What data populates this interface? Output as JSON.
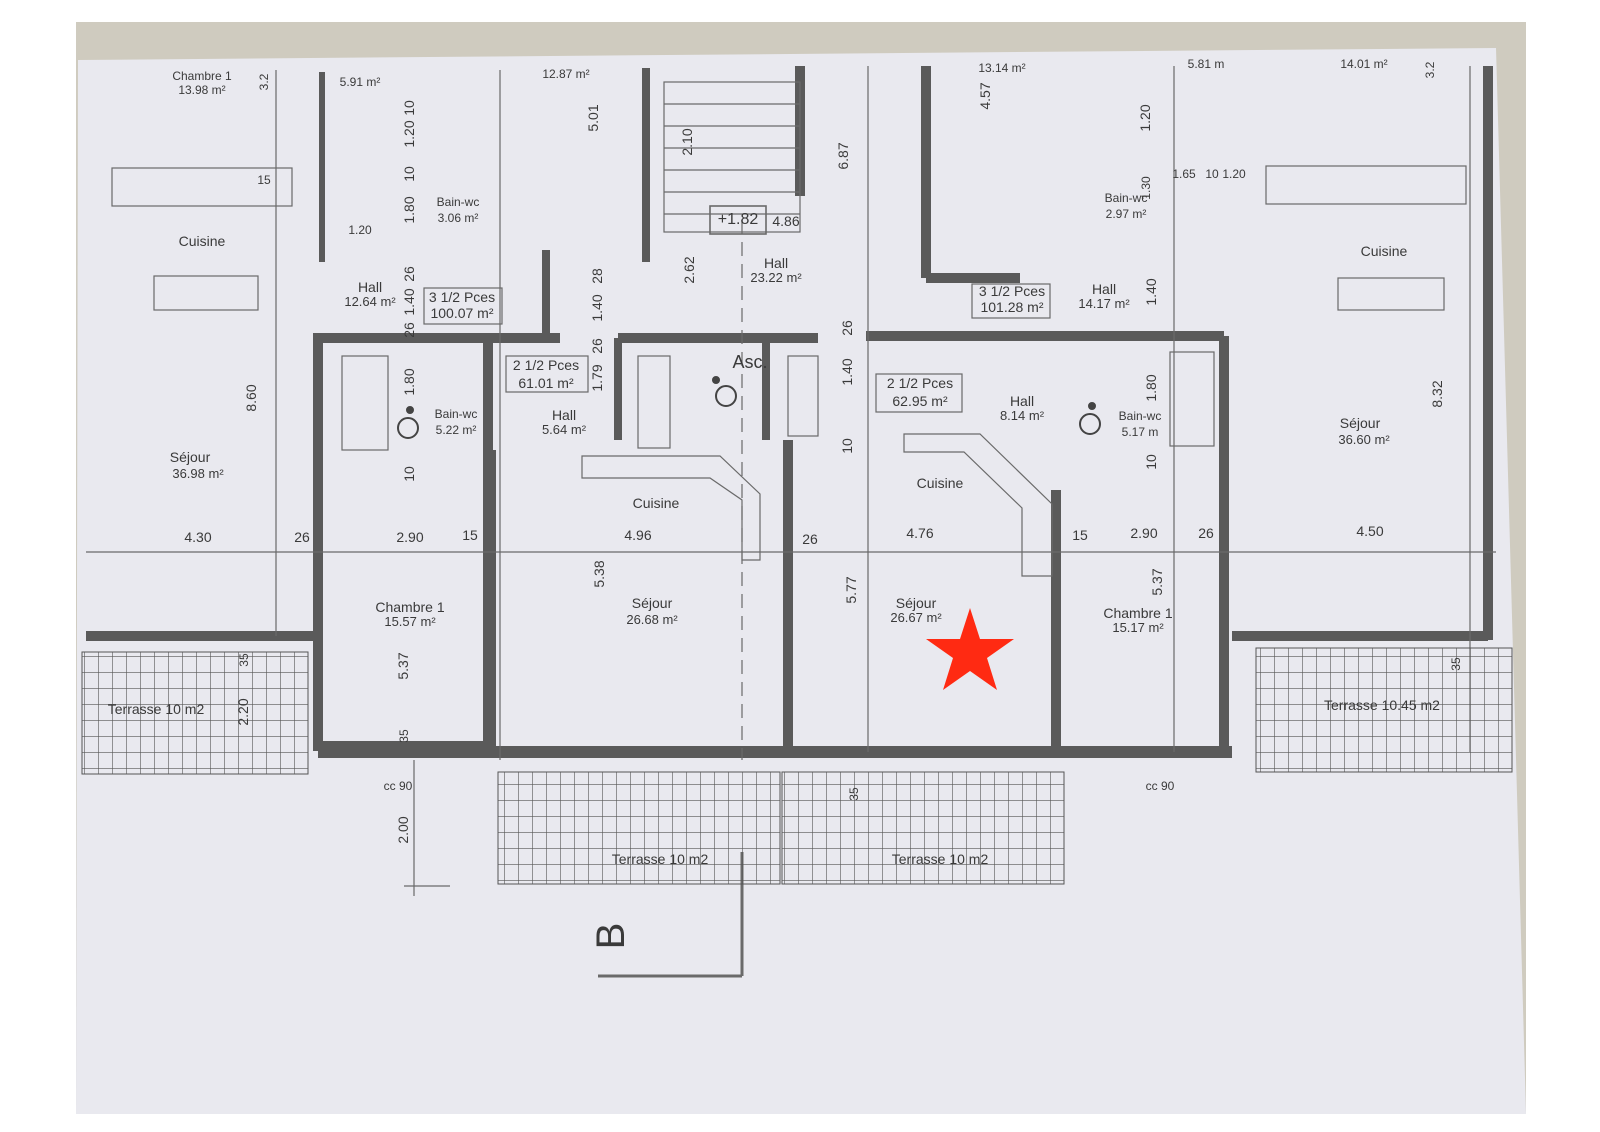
{
  "plan": {
    "stair_level": "+1.82",
    "section_marker": "B",
    "rooms": {
      "l_chambre_top": "Chambre 1",
      "l_chambre_top_area": "13.98 m²",
      "l_wc_top_area": "5.91 m²",
      "stair_top_area": "12.87 m²",
      "r_top_area": "13.14 m²",
      "r_wc_top_area": "5.81 m",
      "r_chambre_top_area": "14.01 m²",
      "l_cuisine": "Cuisine",
      "l_bain_top": "Bain-wc",
      "l_bain_top_area": "3.06 m²",
      "l_hall": "Hall",
      "l_hall_area": "12.64 m²",
      "l_unit": "3 1/2 Pces",
      "l_unit_area": "100.07 m²",
      "center_hall": "Hall",
      "center_hall_area": "23.22 m²",
      "r_unit": "3 1/2 Pces",
      "r_unit_area": "101.28 m²",
      "r_hall": "Hall",
      "r_hall_area": "14.17 m²",
      "r_bain_top": "Bain-wc",
      "r_bain_top_area": "2.97 m²",
      "r_cuisine": "Cuisine",
      "l_sejour": "Séjour",
      "l_sejour_area": "36.98 m²",
      "ml_bain": "Bain-wc",
      "ml_bain_area": "5.22 m²",
      "ml_unit": "2 1/2 Pces",
      "ml_unit_area": "61.01 m²",
      "ml_hall": "Hall",
      "ml_hall_area": "5.64 m²",
      "asc": "Asc.",
      "mr_unit": "2 1/2 Pces",
      "mr_unit_area": "62.95 m²",
      "mr_hall": "Hall",
      "mr_hall_area": "8.14 m²",
      "mr_bain": "Bain-wc",
      "mr_bain_area": "5.17 m",
      "r_sejour": "Séjour",
      "r_sejour_area": "36.60 m²",
      "ml_cuisine": "Cuisine",
      "mr_cuisine": "Cuisine",
      "ml_chambre": "Chambre 1",
      "ml_chambre_area": "15.57 m²",
      "ml_sejour": "Séjour",
      "ml_sejour_area": "26.68 m²",
      "mr_sejour": "Séjour",
      "mr_sejour_area": "26.67 m²",
      "mr_chambre": "Chambre 1",
      "mr_chambre_area": "15.17 m²",
      "l_terrasse": "Terrasse 10 m2",
      "r_terrasse": "Terrasse 10.45 m2",
      "bl_terrasse": "Terrasse 10 m2",
      "br_terrasse": "Terrasse 10 m2"
    },
    "dims": {
      "d_5_01": "5.01",
      "d_2_10": "2.10",
      "d_6_87": "6.87",
      "d_4_57": "4.57",
      "d_1_20a": "1.20",
      "d_10a": "10",
      "d_1_20b": "1.20",
      "d_15a": "15",
      "d_1_80a": "1.80",
      "d_10b": "10",
      "d_1_20c": "1.20",
      "d_4_86": "4.86",
      "d_2_62": "2.62",
      "d_1_40a": "1.40",
      "d_26a": "26",
      "d_26b": "26",
      "d_28": "28",
      "d_1_40b": "1.40",
      "d_26c": "26",
      "d_1_79": "1.79",
      "d_1_40c": "1.40",
      "d_26d": "26",
      "d_10c": "10",
      "d_8_60": "8.60",
      "d_1_80b": "1.80",
      "d_10d": "10",
      "d_1_80c": "1.80",
      "d_10e": "10",
      "d_8_32": "8.32",
      "d_4_30": "4.30",
      "d_26e": "26",
      "d_2_90a": "2.90",
      "d_15b": "15",
      "d_4_96": "4.96",
      "d_26f": "26",
      "d_4_76": "4.76",
      "d_15c": "15",
      "d_2_90b": "2.90",
      "d_26g": "26",
      "d_4_50": "4.50",
      "d_5_38": "5.38",
      "d_5_77": "5.77",
      "d_5_37a": "5.37",
      "d_5_37b": "5.37",
      "d_35a": "35",
      "d_2_20": "2.20",
      "d_35b": "35",
      "d_35c": "35",
      "d_35d": "35",
      "d_cc90a": "cc 90",
      "d_cc90b": "cc 90",
      "d_2_00": "2.00",
      "d_1_65": "1.65",
      "d_10f": "10",
      "d_1_20d": "1.20",
      "d_3_2a": "3.2",
      "d_3_2b": "3.2",
      "d_1_30": "1.30",
      "d_1_40d": "1.40"
    },
    "marker": {
      "shape": "star",
      "color": "#ff2a12"
    },
    "colors": {
      "wall": "#5a5a5a",
      "paper": "#e9e9ef",
      "ink": "#3a3a3a",
      "background": "#cfcbbf"
    }
  }
}
